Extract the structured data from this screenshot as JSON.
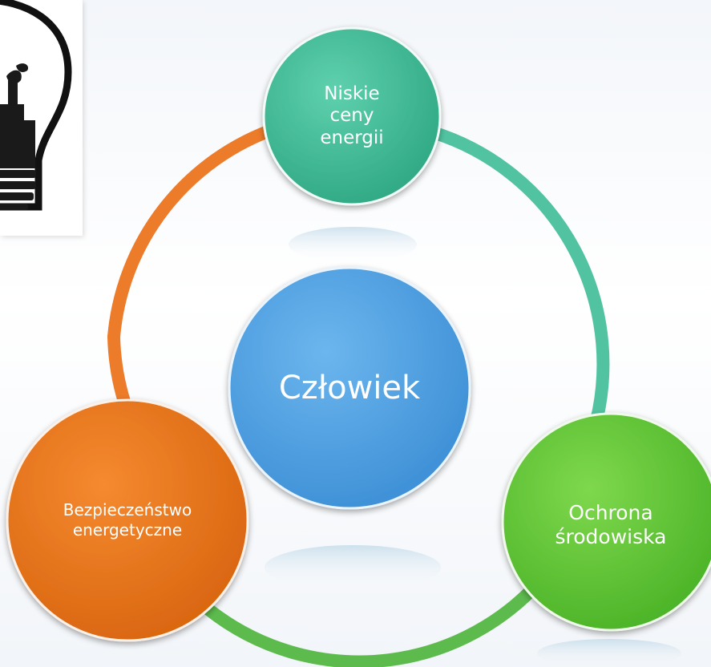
{
  "diagram": {
    "center": {
      "label": "Człowiek"
    },
    "nodes": [
      {
        "id": "top",
        "label": "Niskie\nceny\nenergii"
      },
      {
        "id": "right",
        "label": "Ochrona\nśrodowiska"
      },
      {
        "id": "left",
        "label": "Bezpieczeństwo\nenergetyczne"
      }
    ]
  },
  "colors": {
    "center": "#4fa3e6",
    "center_dark": "#2e7fc4",
    "top": "#4cbf9a",
    "top_dark": "#2c9a7a",
    "right": "#6ccc3c",
    "right_dark": "#3fa722",
    "left": "#ec7a22",
    "left_dark": "#c55a10",
    "ring_orange": "#ec7b2a",
    "ring_teal": "#52c3a1",
    "ring_green": "#5dbb4e",
    "text": "#ffffff"
  },
  "image": {
    "icon": "lightbulb-factory-icon"
  }
}
